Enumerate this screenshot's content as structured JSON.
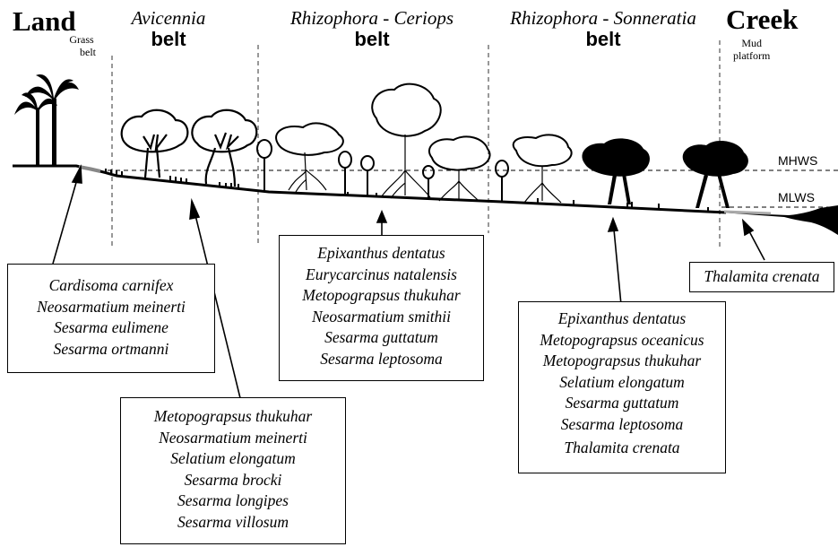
{
  "zones": {
    "land": {
      "label": "Land",
      "sub": [
        "Grass",
        "belt"
      ]
    },
    "avicennia": {
      "name": "Avicennia",
      "belt": "belt"
    },
    "rhizophora_ceriops": {
      "name": "Rhizophora - Ceriops",
      "belt": "belt"
    },
    "rhizophora_sonneratia": {
      "name": "Rhizophora - Sonneratia",
      "belt": "belt"
    },
    "creek": {
      "label": "Creek",
      "sub": [
        "Mud",
        "platform"
      ]
    }
  },
  "tide_levels": {
    "high": "MHWS",
    "low": "MLWS"
  },
  "boxes": {
    "grass_belt": [
      "Cardisoma carnifex",
      "Neosarmatium meinerti",
      "Sesarma eulimene",
      "Sesarma ortmanni"
    ],
    "avicennia": [
      "Metopograpsus thukuhar",
      "Neosarmatium meinerti",
      "Selatium elongatum",
      "Sesarma brocki",
      "Sesarma longipes",
      "Sesarma villosum"
    ],
    "rhizophora_ceriops": [
      "Epixanthus dentatus",
      "Eurycarcinus natalensis",
      "Metopograpsus thukuhar",
      "Neosarmatium smithii",
      "Sesarma guttatum",
      "Sesarma leptosoma"
    ],
    "rhizophora_sonneratia": [
      "Epixanthus dentatus",
      "Metopograpsus oceanicus",
      "Metopograpsus thukuhar",
      "Selatium elongatum",
      "Sesarma guttatum",
      "Sesarma leptosoma",
      "Thalamita crenata"
    ],
    "creek": [
      "Thalamita crenata"
    ]
  },
  "colors": {
    "ink": "#000000",
    "paper": "#ffffff"
  }
}
